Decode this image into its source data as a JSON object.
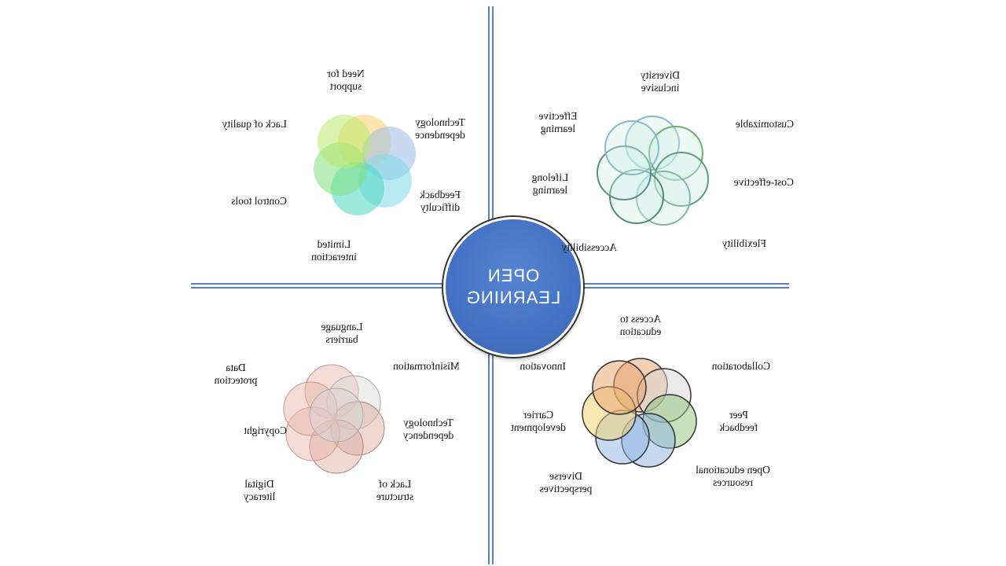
{
  "center": {
    "line1": "OPEN",
    "line2": "LEARNING"
  },
  "quadrants": {
    "challenges": {
      "labels": [
        "Need for support",
        "Technology dependence",
        "Feedback difficulty",
        "Limited interaction",
        "Control tools",
        "Lack of quality"
      ]
    },
    "benefits": {
      "labels": [
        "Diversity inclusive",
        "Customizable",
        "Cost-effective",
        "Flexibility",
        "Accessibility",
        "Lifelong learning",
        "Effective learning"
      ]
    },
    "risks": {
      "labels": [
        "Language barriers",
        "Misinformation",
        "Technology dependency",
        "Lack of structure",
        "Digital literacy",
        "Copyright",
        "Data protection"
      ]
    },
    "opportunities": {
      "labels": [
        "Access to education",
        "Collaboration",
        "Peer feedback",
        "Open educational resources",
        "Diverse perspectives",
        "Carrier development",
        "Innovation"
      ]
    }
  },
  "colors": {
    "center": "#4472C4",
    "axis": "#5B7FC0",
    "challenges": [
      "#F9D26A",
      "#9BBBE8",
      "#7FD8E8",
      "#4DD9C0",
      "#7FE07F",
      "#B9E86A"
    ],
    "benefits": [
      "#A9CFE0",
      "#9ED49E",
      "#CDEDE6"
    ],
    "risks": [
      "#E8B4A6",
      "#D6D6D6",
      "#D9A89A"
    ],
    "opportunities": [
      "#E8A26A",
      "#F5D26A",
      "#8EB4E3",
      "#8FC47A",
      "#D6D6D6"
    ]
  }
}
